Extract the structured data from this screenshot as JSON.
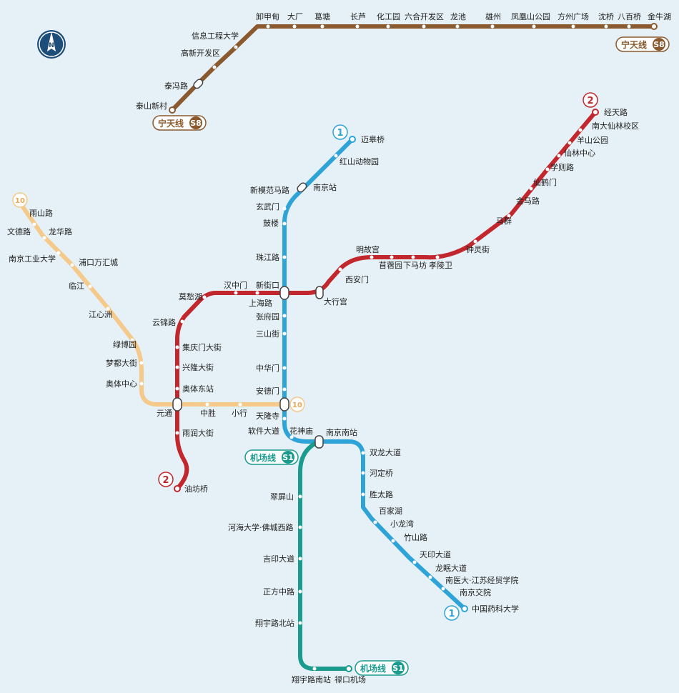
{
  "compass": {
    "label": "N"
  },
  "lines": {
    "s8": {
      "color": "#8a5a2e",
      "badge_name": "宁天线",
      "badge_code": "S8",
      "stations": [
        "泰山新村",
        "泰冯路",
        "高新开发区",
        "信息工程大学",
        "卸甲甸",
        "大厂",
        "葛塘",
        "长芦",
        "化工园",
        "六合开发区",
        "龙池",
        "雄州",
        "凤凰山公园",
        "方州广场",
        "沈桥",
        "八百桥",
        "金牛湖"
      ]
    },
    "l1": {
      "color": "#2ea3d8",
      "badge_code": "1",
      "stations": [
        "迈皋桥",
        "红山动物园",
        "南京站",
        "新模范马路",
        "玄武门",
        "鼓楼",
        "珠江路",
        "新街口",
        "张府园",
        "三山街",
        "中华门",
        "安德门",
        "天隆寺",
        "软件大道",
        "花神庙",
        "南京南站",
        "双龙大道",
        "河定桥",
        "胜太路",
        "百家湖",
        "小龙湾",
        "竹山路",
        "天印大道",
        "龙眠大道",
        "南医大·江苏经贸学院",
        "南京交院",
        "中国药科大学"
      ]
    },
    "l2": {
      "color": "#c1272d",
      "badge_code": "2",
      "stations": [
        "经天路",
        "南大仙林校区",
        "羊山公园",
        "仙林中心",
        "学则路",
        "仙鹤门",
        "金马路",
        "马群",
        "钟灵街",
        "孝陵卫",
        "下马坊",
        "苜蓿园",
        "明故宫",
        "西安门",
        "大行宫",
        "新街口",
        "上海路",
        "汉中门",
        "莫愁湖",
        "云锦路",
        "集庆门大街",
        "兴隆大街",
        "奥体东站",
        "元通",
        "雨润大街",
        "油坊桥"
      ]
    },
    "l10": {
      "color": "#f5c98a",
      "badge_code": "10",
      "stations": [
        "雨山路",
        "文德路",
        "龙华路",
        "南京工业大学",
        "浦口万汇城",
        "临江",
        "江心洲",
        "绿博园",
        "梦都大街",
        "奥体中心",
        "元通",
        "中胜",
        "小行",
        "安德门"
      ]
    },
    "s1": {
      "color": "#1a9b8e",
      "badge_name": "机场线",
      "badge_code": "S1",
      "stations": [
        "南京南站",
        "翠屏山",
        "河海大学·佛城西路",
        "吉印大道",
        "正方中路",
        "翔宇路北站",
        "翔宇路南站",
        "禄口机场"
      ]
    }
  }
}
